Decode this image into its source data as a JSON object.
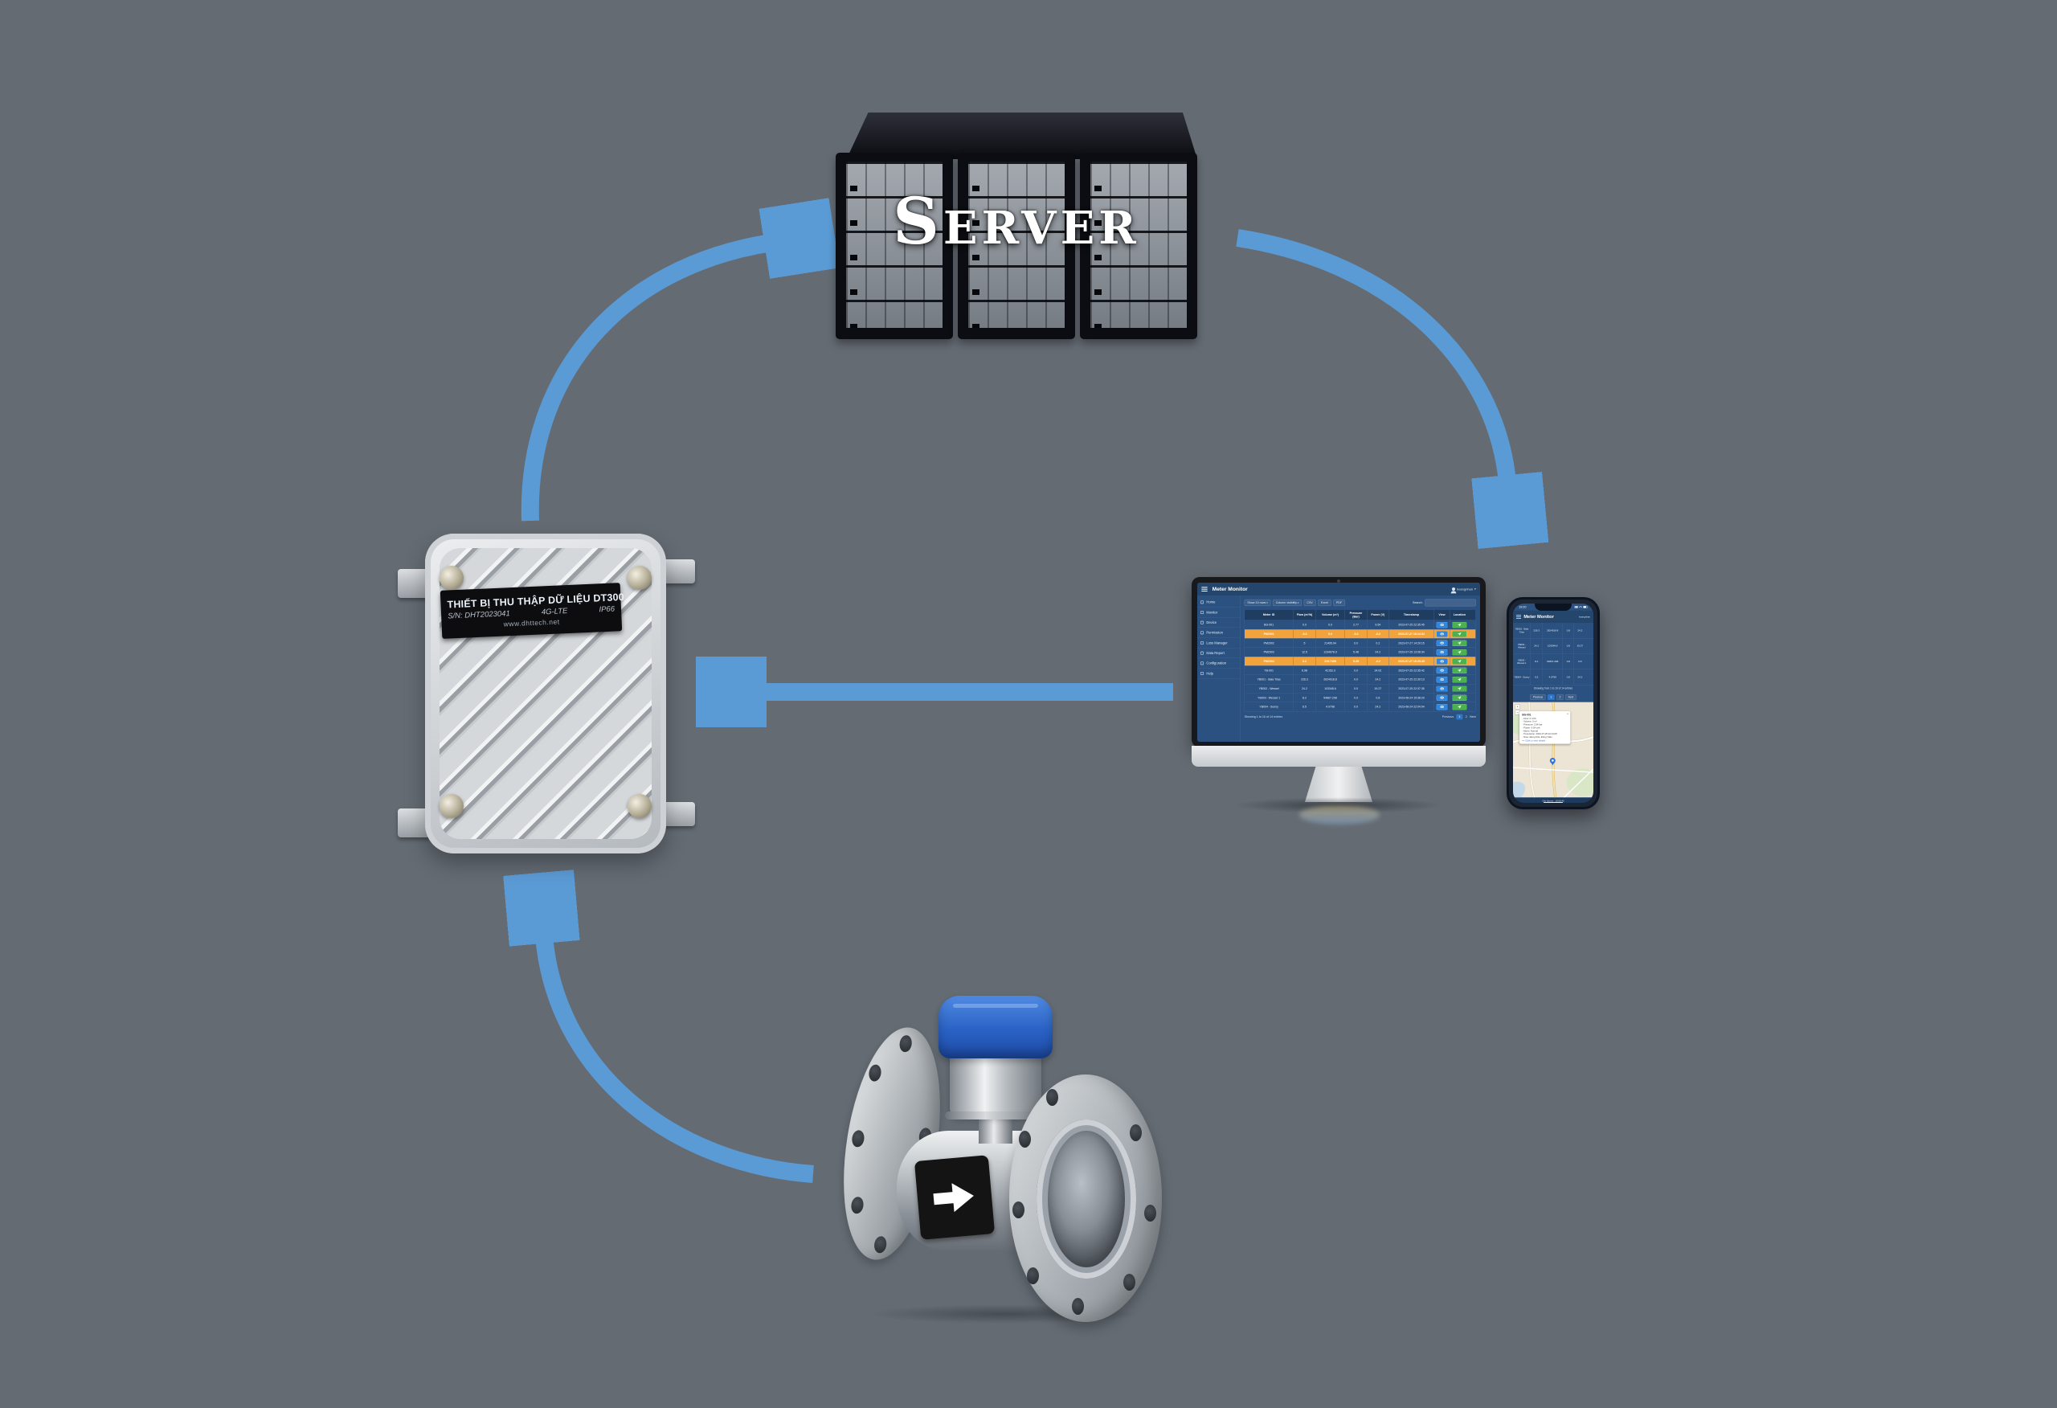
{
  "colors": {
    "background": "#646b73",
    "arrow": "#5b9bd5",
    "app_background": "#2b5180",
    "app_header": "#24466d",
    "alarm_row_orange": "#f2a33c",
    "view_button_blue": "#2e86de",
    "location_button_green": "#49b24e"
  },
  "server": {
    "label": "Server"
  },
  "data_logger": {
    "label_title": "THIẾT BỊ THU THẬP DỮ LIỆU DT300",
    "label_sn": "S/N: DHT2023041",
    "label_radio": "4G-LTE",
    "label_ip": "IP66",
    "label_site": "www.dhttech.net"
  },
  "monitor_app": {
    "title": "Meter Monitor",
    "user": "hoangnhan",
    "sidebar": [
      {
        "label": "Home",
        "icon": "home-icon"
      },
      {
        "label": "Monitor",
        "icon": "monitor-icon"
      },
      {
        "label": "Device",
        "icon": "device-icon"
      },
      {
        "label": "Permission",
        "icon": "permission-icon"
      },
      {
        "label": "Loss Manager",
        "icon": "loss-manager-icon"
      },
      {
        "label": "Data Report",
        "icon": "data-report-icon"
      },
      {
        "label": "Configuration",
        "icon": "configuration-icon"
      },
      {
        "label": "Help",
        "icon": "help-icon"
      }
    ],
    "toolbar": {
      "buttons": [
        {
          "name": "show-rows-select",
          "label": "Show 10 rows",
          "caret": true
        },
        {
          "name": "column-visibility-button",
          "label": "Column visibility",
          "caret": true
        },
        {
          "name": "csv-button",
          "label": "CSV",
          "caret": false
        },
        {
          "name": "excel-button",
          "label": "Excel",
          "caret": false
        },
        {
          "name": "pdf-button",
          "label": "PDF",
          "caret": false
        }
      ],
      "search_label": "Search:"
    },
    "table": {
      "headers": [
        "Meter ID",
        "Flow (m³/h)",
        "Volume (m³)",
        "Pressure (Bar)",
        "Power (V)",
        "Timestamp",
        "View",
        "Location"
      ],
      "rows": [
        {
          "id": "BG-001",
          "flow": "0.0",
          "volume": "0.0",
          "pressure": "2.77",
          "power": "9.54",
          "timestamp": "2023-07-25 22:35:45",
          "alarm": false
        },
        {
          "id": "PM2001",
          "flow": "-0.2",
          "volume": "0.0",
          "pressure": "-0.2",
          "power": "-0.2",
          "timestamp": "2023-07-27 16:14:32",
          "alarm": true
        },
        {
          "id": "PM2002",
          "flow": "5",
          "volume": "21495.94",
          "pressure": "0.0",
          "power": "0.2",
          "timestamp": "2023-07-27 14:29:15",
          "alarm": false
        },
        {
          "id": "PM2003",
          "flow": "12.5",
          "volume": "1234678.9",
          "pressure": "5.48",
          "power": "24.2",
          "timestamp": "2023-07-25 13:08:34",
          "alarm": false
        },
        {
          "id": "PM2004",
          "flow": "0.2",
          "volume": "215.7456",
          "pressure": "5.25",
          "power": "-0.2",
          "timestamp": "2023-07-27 16:25:45",
          "alarm": true
        },
        {
          "id": "TB-001",
          "flow": "6.98",
          "volume": "42152.3",
          "pressure": "0.0",
          "power": "24.02",
          "timestamp": "2023-07-25 22:35:42",
          "alarm": false
        },
        {
          "id": "YB001 - Bala Trias",
          "flow": "226.3",
          "volume": "2624918.8",
          "pressure": "0.0",
          "power": "24.2",
          "timestamp": "2023-07-25 22:39:13",
          "alarm": false
        },
        {
          "id": "YB002 - Wessel",
          "flow": "24.2",
          "volume": "103348.6",
          "pressure": "0.0",
          "power": "19.27",
          "timestamp": "2023-07-25 22:37:35",
          "alarm": false
        },
        {
          "id": "YB003 - Wessel 1",
          "flow": "8.2",
          "volume": "54867.298",
          "pressure": "0.0",
          "power": "0.8",
          "timestamp": "2023-08-24 15:38:29",
          "alarm": false
        },
        {
          "id": "YB004 - Sunny",
          "flow": "6.5",
          "volume": "4.0798",
          "pressure": "0.0",
          "power": "24.2",
          "timestamp": "2023-08-24 22:04:04",
          "alarm": false
        }
      ]
    },
    "footer": {
      "showing": "Showing 1 to 10 of 14 entries",
      "previous": "Previous",
      "page1": "1",
      "page2": "2",
      "next": "Next"
    }
  },
  "phone_app": {
    "status_time": "19:20",
    "title": "Meter Monitor",
    "user": "hoangnhan",
    "rows": [
      {
        "id": "YB001 - Bala Trias",
        "flow": "226.3",
        "volume": "2624918.8",
        "pressure": "0.8",
        "power": "24.2"
      },
      {
        "id": "YB002 - Wessel",
        "flow": "24.2",
        "volume": "103348.6",
        "pressure": "0.8",
        "power": "19.27"
      },
      {
        "id": "YB003 - Wessel 1",
        "flow": "8.2",
        "volume": "54867.298",
        "pressure": "0.8",
        "power": "0.8"
      },
      {
        "id": "YB004 - Sunny",
        "flow": "6.5",
        "volume": "4.0798",
        "pressure": "0.8",
        "power": "24.2"
      }
    ],
    "showing": "Showing from 1 to 10 of 14 entries",
    "pager": {
      "previous": "Previous",
      "page1": "1",
      "page2": "2",
      "next": "Next"
    },
    "zoom_in": "+",
    "zoom_out": "−",
    "map_popup": {
      "close": "×",
      "title": "BG-001",
      "lines": [
        "- Flow: 0 m³/h",
        "- Volume: 0 m³",
        "- Pressure: 2.54 bar",
        "- Power: 9.54 volt",
        "- Alarm: Normal",
        "- Timestamp: 2023-07-25 22:14:05",
        "- Note: Đông Khê, Đông Triều"
      ],
      "link": "=> Click to view details"
    },
    "footer": "Giờ Server : 19:08:45"
  }
}
